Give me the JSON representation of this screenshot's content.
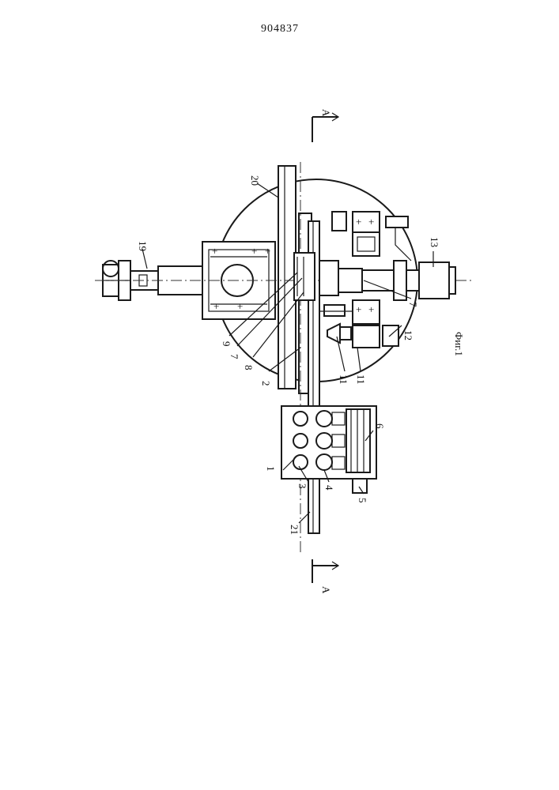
{
  "header": {
    "patent_number": "904837"
  },
  "section": {
    "marker_top": "A",
    "marker_bottom": "A"
  },
  "figure": {
    "caption": "Фиг.1"
  },
  "callouts": {
    "n1": "1",
    "n2": "2",
    "n3": "3",
    "n4": "4",
    "n5": "5",
    "n6": "6",
    "n7a": "7",
    "n7b": "7",
    "n8": "8",
    "n9": "9",
    "n11a": "11",
    "n11b": "11",
    "n12": "12",
    "n13": "13",
    "n19": "19",
    "n20": "20",
    "n21": "21"
  }
}
